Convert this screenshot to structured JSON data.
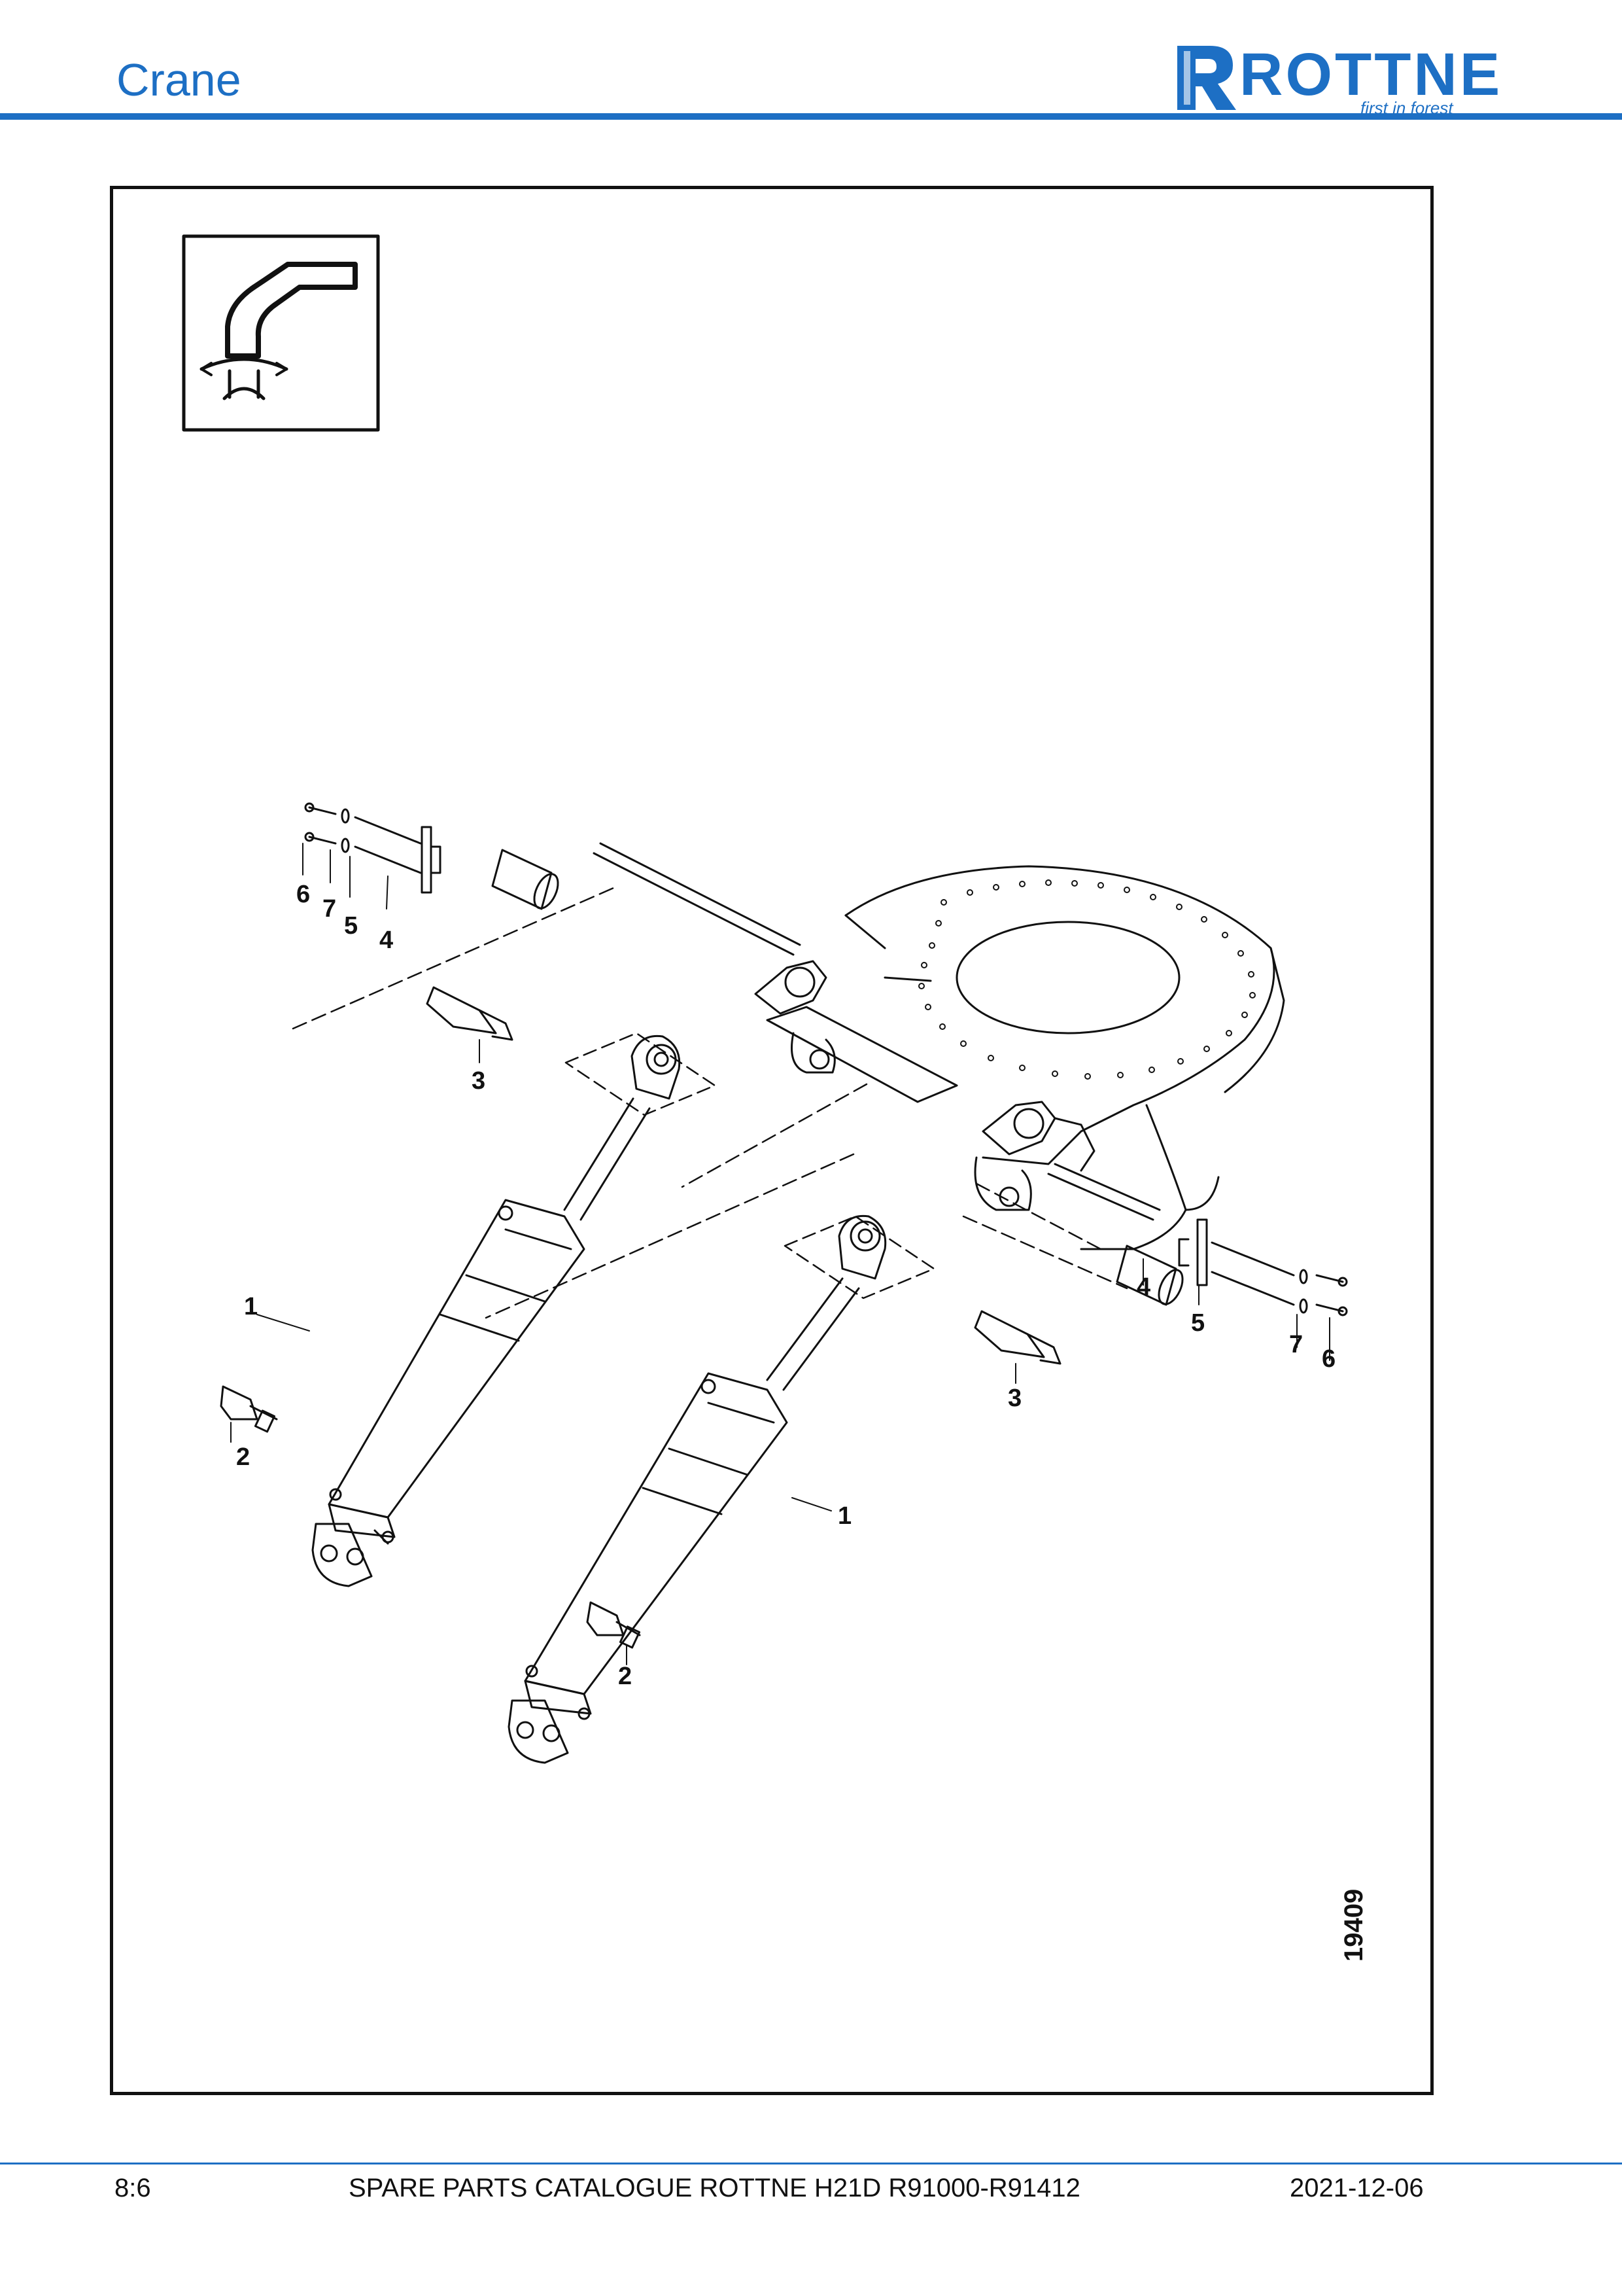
{
  "header": {
    "title": "Crane"
  },
  "logo": {
    "brand": "ROTTNE",
    "tagline": "first in forest",
    "color": "#1d6fc4"
  },
  "figure": {
    "number": "19409",
    "callouts": [
      "1",
      "1",
      "2",
      "2",
      "3",
      "3",
      "4",
      "4",
      "5",
      "5",
      "6",
      "6",
      "7",
      "7"
    ]
  },
  "footer": {
    "page": "8:6",
    "catalogue": "SPARE PARTS CATALOGUE ROTTNE H21D R91000-R91412",
    "date": "2021-12-06"
  }
}
